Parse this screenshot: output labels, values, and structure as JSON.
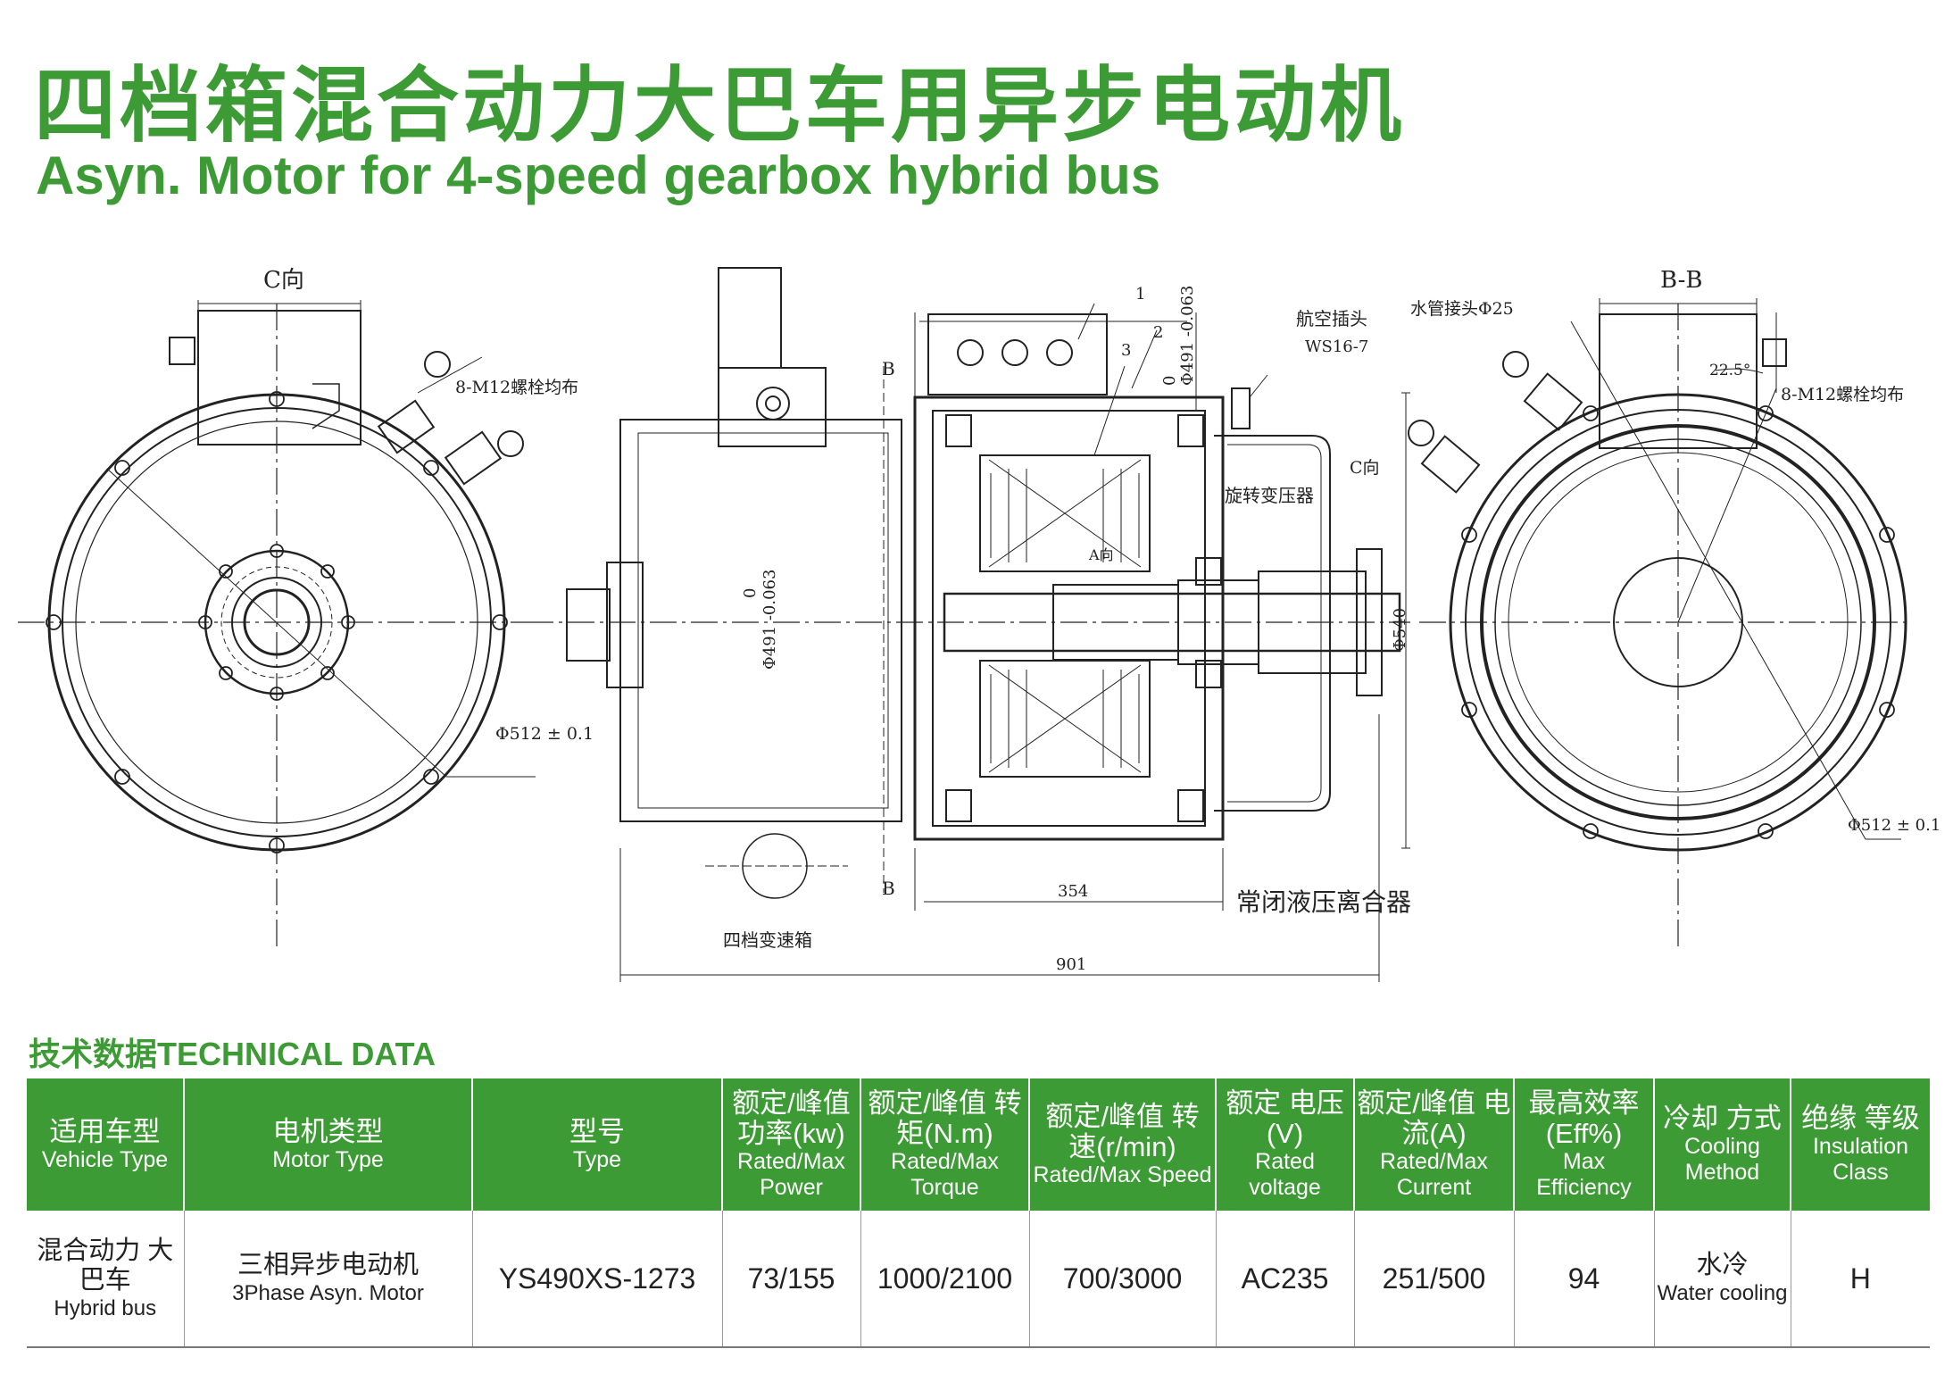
{
  "title": {
    "cn": "四档箱混合动力大巴车用异步电动机",
    "en": "Asyn. Motor for 4-speed gearbox hybrid bus"
  },
  "drawing_labels": {
    "c_view": "C向",
    "bolt_left": "8-M12螺栓均布",
    "dia_left": "Φ512 ± 0.1",
    "b_top": "B",
    "b_bottom": "B",
    "callout_1": "1",
    "callout_2": "2",
    "callout_3": "3",
    "dia_top": "Φ491 -0.063",
    "dia_top_zero": "0",
    "dia_mid": "Φ491 -0.063",
    "dia_mid_zero": "0",
    "connector_cn": "航空插头",
    "connector_code": "WS16-7",
    "resolver": "旋转变压器",
    "c_view_arrow": "C向",
    "a_view": "A向",
    "dia_540": "Φ540",
    "dim_354": "354",
    "dim_901": "901",
    "clutch": "常闭液压离合器",
    "gearbox": "四档变速箱",
    "water_pipe": "水管接头Φ25",
    "bb_view": "B-B",
    "angle": "22.5°",
    "bolt_right": "8-M12螺栓均布",
    "dia_right": "Φ512 ± 0.1"
  },
  "tech_heading": "技术数据TECHNICAL DATA",
  "table": {
    "headers": [
      {
        "cn": "适用车型",
        "en": "Vehicle Type"
      },
      {
        "cn": "电机类型",
        "en": "Motor Type"
      },
      {
        "cn": "型号",
        "en": "Type"
      },
      {
        "cn": "额定/峰值 功率(kw)",
        "en": "Rated/Max Power"
      },
      {
        "cn": "额定/峰值 转矩(N.m)",
        "en": "Rated/Max Torque"
      },
      {
        "cn": "额定/峰值 转速(r/min)",
        "en": "Rated/Max Speed"
      },
      {
        "cn": "额定 电压(V)",
        "en": "Rated voltage"
      },
      {
        "cn": "额定/峰值 电流(A)",
        "en": "Rated/Max Current"
      },
      {
        "cn": "最高效率 (Eff%)",
        "en": "Max Efficiency"
      },
      {
        "cn": "冷却 方式",
        "en": "Cooling Method"
      },
      {
        "cn": "绝缘 等级",
        "en": "Insulation Class"
      }
    ],
    "row": {
      "vehicle_cn": "混合动力 大巴车",
      "vehicle_en": "Hybrid bus",
      "motor_cn": "三相异步电动机",
      "motor_en": "3Phase Asyn. Motor",
      "type": "YS490XS-1273",
      "power": "73/155",
      "torque": "1000/2100",
      "speed": "700/3000",
      "voltage": "AC235",
      "current": "251/500",
      "efficiency": "94",
      "cooling_cn": "水冷",
      "cooling_en": "Water cooling",
      "insulation": "H"
    }
  },
  "colors": {
    "brand_green": "#3d9b35",
    "line": "#222222"
  }
}
